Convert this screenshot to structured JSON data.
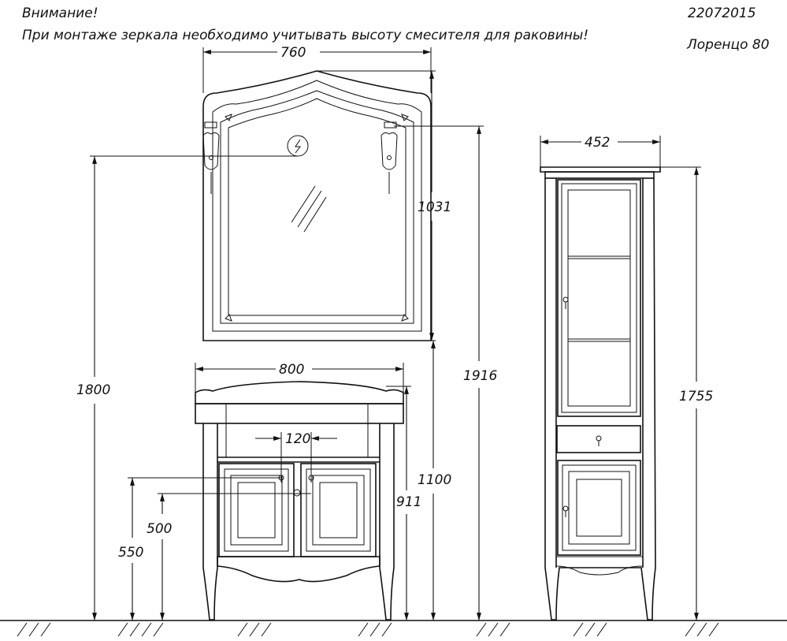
{
  "note": {
    "line1": "Внимание!",
    "line2": "При монтаже зеркала необходимо учитывать высоту смесителя для раковины!"
  },
  "doc": {
    "code": "22072015",
    "model": "Лоренцо  80"
  },
  "dimensions": {
    "mirror_width": "760",
    "mirror_height": "1031",
    "vanity_width": "800",
    "faucet_spacing": "120",
    "floor_to_mirror_top": "1800",
    "total_height": "1916",
    "floor_to_mirror_bottom": "1100",
    "vanity_height": "911",
    "drain_height_1": "500",
    "drain_height_2": "550",
    "cabinet_width": "452",
    "cabinet_height": "1755"
  }
}
